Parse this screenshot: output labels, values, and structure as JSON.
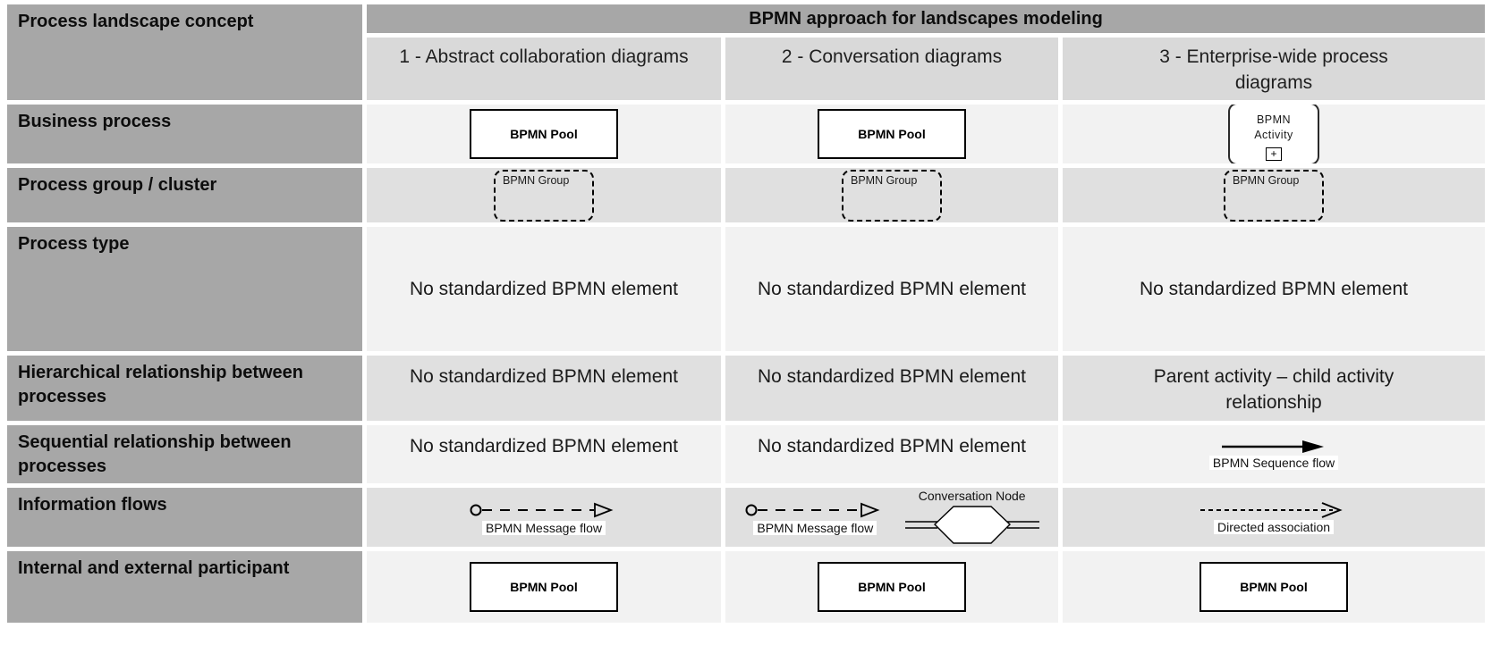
{
  "header": {
    "corner_label": "Process landscape concept",
    "title": "BPMN approach for landscapes modeling"
  },
  "columns": {
    "c1": "1 - Abstract collaboration diagrams",
    "c2": "2 - Conversation diagrams",
    "c3": "3 - Enterprise-wide process diagrams"
  },
  "rows": {
    "business_process": {
      "label": "Business process"
    },
    "process_group": {
      "label": "Process group / cluster"
    },
    "process_type": {
      "label": "Process type"
    },
    "hierarchical": {
      "label": "Hierarchical relationship between processes",
      "col3_text": "Parent activity – child activity relationship"
    },
    "sequential": {
      "label": "Sequential relationship between processes"
    },
    "information_flows": {
      "label": "Information flows"
    },
    "participant": {
      "label": "Internal and external participant"
    }
  },
  "shared": {
    "no_element": "No standardized BPMN element",
    "pool_label": "BPMN Pool",
    "group_label": "BPMN Group",
    "activity_label": "BPMN Activity",
    "activity_marker": "+",
    "message_flow_label": "BPMN Message flow",
    "sequence_flow_label": "BPMN Sequence flow",
    "conversation_node_label": "Conversation Node",
    "directed_association_label": "Directed association"
  },
  "colors": {
    "header_gray": "#a7a7a7",
    "subheader_gray": "#d9d9d9",
    "row_light": "#f2f2f2",
    "row_dark": "#e0e0e0",
    "shape_fill": "#ffffff",
    "stroke": "#000000"
  }
}
